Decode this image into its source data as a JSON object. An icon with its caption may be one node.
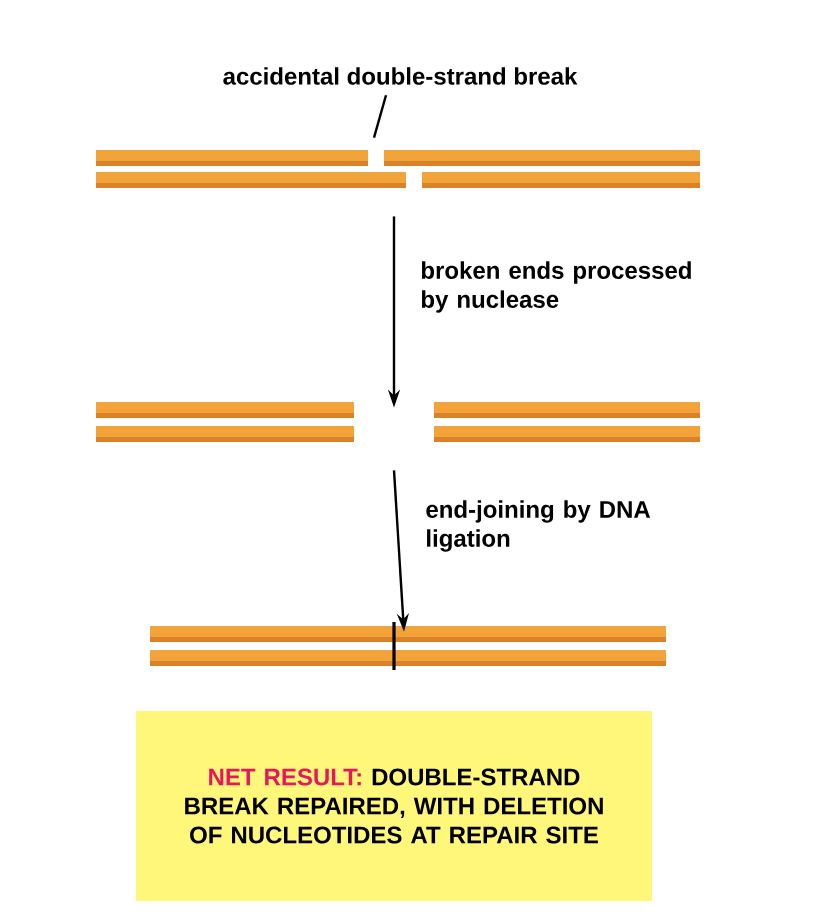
{
  "diagram": {
    "nodes": [
      {
        "text": [
          "accidental double-strand break"
        ]
      },
      {
        "text": [],
        "shape": "bar"
      },
      {
        "text": [],
        "shape": "bar"
      },
      {
        "text": [],
        "shape": "bar"
      },
      {
        "text": [
          "NET RESULT:",
          "DOUBLE-STRAND BREAK REPAIRED, WITH DELETION OF NUCLEOTIDES AT REPAIR SITE"
        ]
      }
    ],
    "edges": [
      {
        "from": 0,
        "to": 1,
        "arrow": "none"
      },
      {
        "from": 1,
        "to": 2,
        "arrow": "to",
        "label": "broken ends processed by nuclease"
      },
      {
        "from": 2,
        "to": 3,
        "arrow": "to",
        "label": "end-joining by DNA ligation"
      }
    ]
  }
}
